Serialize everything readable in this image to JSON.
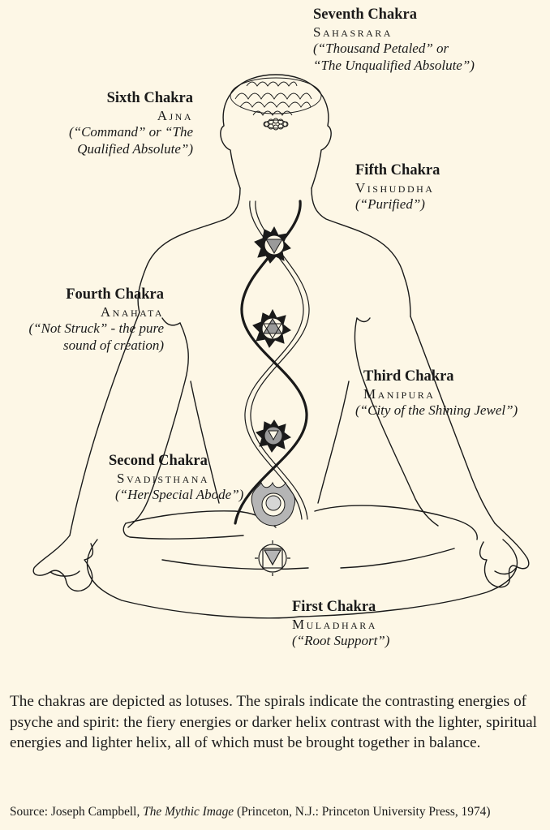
{
  "chakras": {
    "seventh": {
      "title": "Seventh Chakra",
      "sanskrit": "Sahasrara",
      "meaning": [
        "(“Thousand Petaled” or",
        "“The Unqualified Absolute”)"
      ]
    },
    "sixth": {
      "title": "Sixth Chakra",
      "sanskrit": "Ajna",
      "meaning": [
        "(“Command” or “The",
        "Qualified Absolute”)"
      ]
    },
    "fifth": {
      "title": "Fifth Chakra",
      "sanskrit": "Vishuddha",
      "meaning": [
        "(“Purified”)"
      ]
    },
    "fourth": {
      "title": "Fourth Chakra",
      "sanskrit": "Anahata",
      "meaning": [
        "(“Not Struck” - the pure",
        "sound of creation)"
      ]
    },
    "third": {
      "title": "Third Chakra",
      "sanskrit": "Manipura",
      "meaning": [
        "(“City of the Shining Jewel”)"
      ]
    },
    "second": {
      "title": "Second Chakra",
      "sanskrit": "Svadisthana",
      "meaning": [
        "(“Her Special Abode”)"
      ]
    },
    "first": {
      "title": "First Chakra",
      "sanskrit": "Muladhara",
      "meaning": [
        "(“Root Support”)"
      ]
    }
  },
  "caption": "The chakras are depicted as lotuses. The spirals indicate the contrasting energies of psyche and spirit: the fiery energies or darker helix contrast with the lighter, spiritual energies and lighter helix, all of which must be brought together in balance.",
  "source": {
    "prefix": "Source: Joseph Campbell, ",
    "title": "The Mythic Image",
    "suffix": " (Princeton, N.J.: Princeton University Press, 1974)"
  },
  "colors": {
    "background": "#fdf7e6",
    "line": "#1a1a1a",
    "lotus_fill": "#9a9a9a"
  }
}
